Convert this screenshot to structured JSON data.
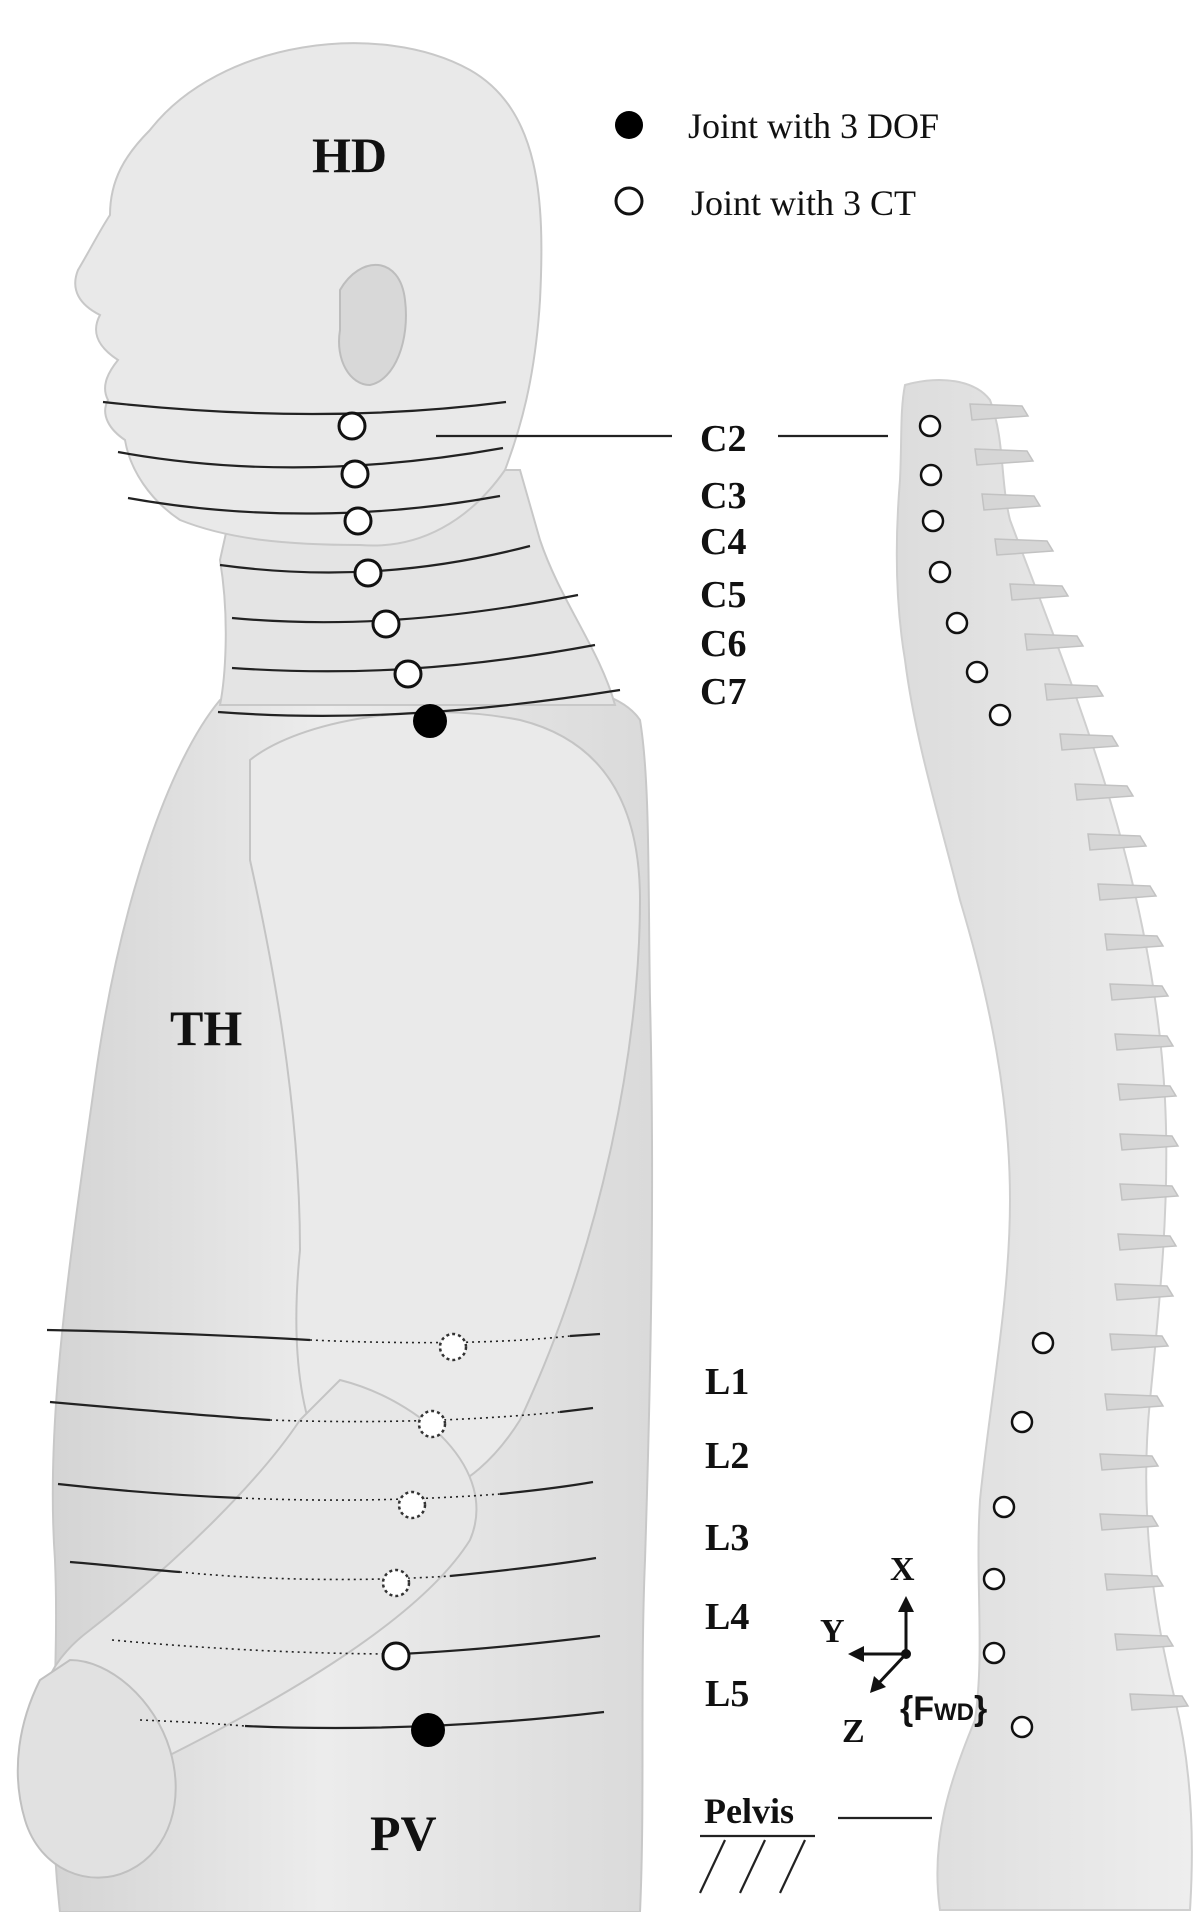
{
  "legend": {
    "dof_label": "Joint with 3 DOF",
    "ct_label": "Joint with 3 CT"
  },
  "segments": {
    "head": "HD",
    "thorax": "TH",
    "pelvis_segment": "PV"
  },
  "vertebrae": {
    "cervical": [
      "C2",
      "C3",
      "C4",
      "C5",
      "C6",
      "C7"
    ],
    "lumbar": [
      "L1",
      "L2",
      "L3",
      "L4",
      "L5"
    ]
  },
  "pelvis_label": "Pelvis",
  "frame": {
    "x_axis": "X",
    "y_axis": "Y",
    "z_axis": "Z",
    "frame_prefix": "{F",
    "frame_sub": "WD",
    "frame_suffix": "}"
  },
  "colors": {
    "body_fill": "#e6e6e6",
    "body_shade": "#d2d2d2",
    "line": "#222222",
    "dof_joint": "#000000",
    "ct_joint": "#ffffff"
  }
}
